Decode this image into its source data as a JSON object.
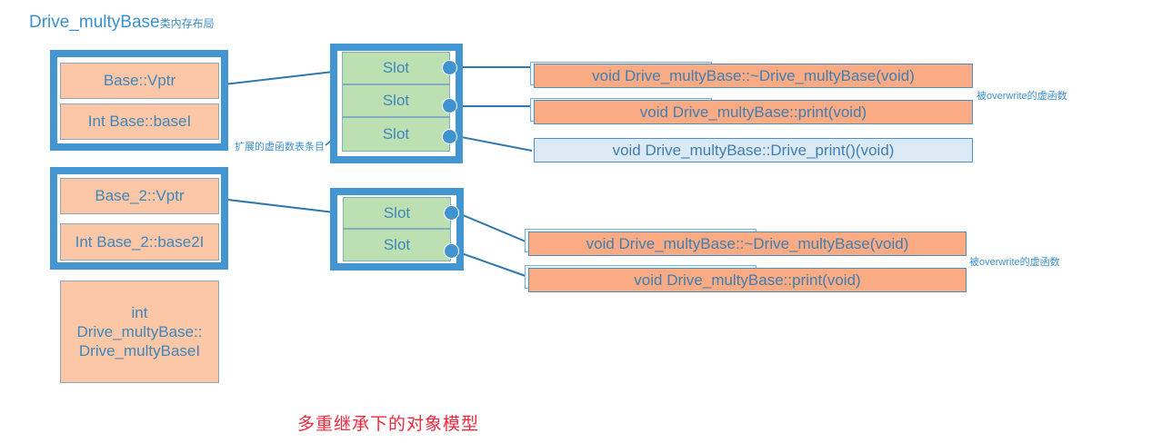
{
  "title": {
    "main": "Drive_multyBase",
    "suffix": "类内存布局"
  },
  "object_layout": {
    "base1": {
      "vptr": "Base::Vptr",
      "member": "Int Base::baseI"
    },
    "base2": {
      "vptr": "Base_2::Vptr",
      "member": "Int Base_2::base2I"
    },
    "derived_member": {
      "line1": "int",
      "line2": "Drive_multyBase::",
      "line3": "Drive_multyBaseI"
    }
  },
  "vtable1": {
    "slots": [
      "Slot",
      "Slot",
      "Slot"
    ],
    "functions": [
      {
        "label": "void Drive_multyBase::~Drive_multyBase(void)",
        "kind": "overwritten"
      },
      {
        "label": "void Drive_multyBase::print(void)",
        "kind": "overwritten"
      },
      {
        "label": "void Drive_multyBase::Drive_print()(void)",
        "kind": "extended"
      }
    ],
    "note_overwrite": "被overwrite的虚函数",
    "note_extended": "扩展的虚函数表条目"
  },
  "vtable2": {
    "slots": [
      "Slot",
      "Slot"
    ],
    "functions": [
      {
        "label": "void Drive_multyBase::~Drive_multyBase(void)",
        "kind": "overwritten"
      },
      {
        "label": "void Drive_multyBase::print(void)",
        "kind": "overwritten"
      }
    ],
    "note_overwrite": "被overwrite的虚函数"
  },
  "caption": "多重继承下的对象模型",
  "colors": {
    "frame": "#4396d1",
    "member_cell": "#fcc7a6",
    "slot": "#bde0b3",
    "overwritten_fn": "#fbab83",
    "extended_fn": "#dbe9f5",
    "caption": "#f0283c"
  }
}
